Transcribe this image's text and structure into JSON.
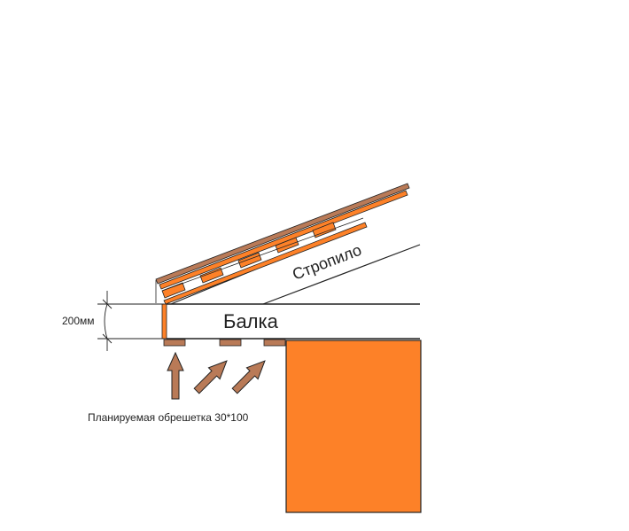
{
  "labels": {
    "rafter": "Стропило",
    "beam": "Балка",
    "dimension": "200мм",
    "planned_battens": "Планируемая обрешетка 30*100"
  },
  "colors": {
    "orange": "#fd8128",
    "brown": "#b97a57",
    "stroke": "#222222",
    "background": "#ffffff"
  }
}
